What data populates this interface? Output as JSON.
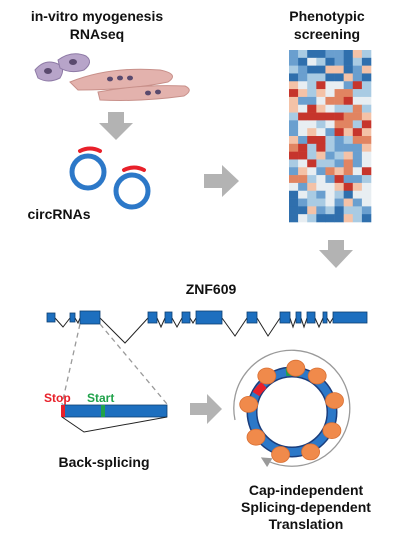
{
  "labels": {
    "rnaseq_line1": "in-vitro myogenesis",
    "rnaseq_line2": "RNAseq",
    "screen_line1": "Phenotypic",
    "screen_line2": "screening",
    "circrnas": "circRNAs",
    "gene": "ZNF609",
    "stop": "Stop",
    "start": "Start",
    "backsplicing": "Back-splicing",
    "translation_line1": "Cap-independent",
    "translation_line2": "Splicing-dependent",
    "translation_line3": "Translation"
  },
  "colors": {
    "arrow_gray": "#b3b3b3",
    "exon_blue": "#1d6fbf",
    "circ_blue": "#2c78c8",
    "marker_red": "#e8202a",
    "start_green": "#1fa24a",
    "ribosome_orange": "#f08a4b",
    "cell_purple": "#b7a4c9",
    "myotube_pink": "#e3b2ad"
  },
  "heatmap": {
    "rows": 22,
    "cols": 9,
    "palette": [
      "#2f6fad",
      "#6a9fcf",
      "#a9cbe3",
      "#e8eef2",
      "#f4c2a7",
      "#e18461",
      "#c6352c"
    ]
  }
}
